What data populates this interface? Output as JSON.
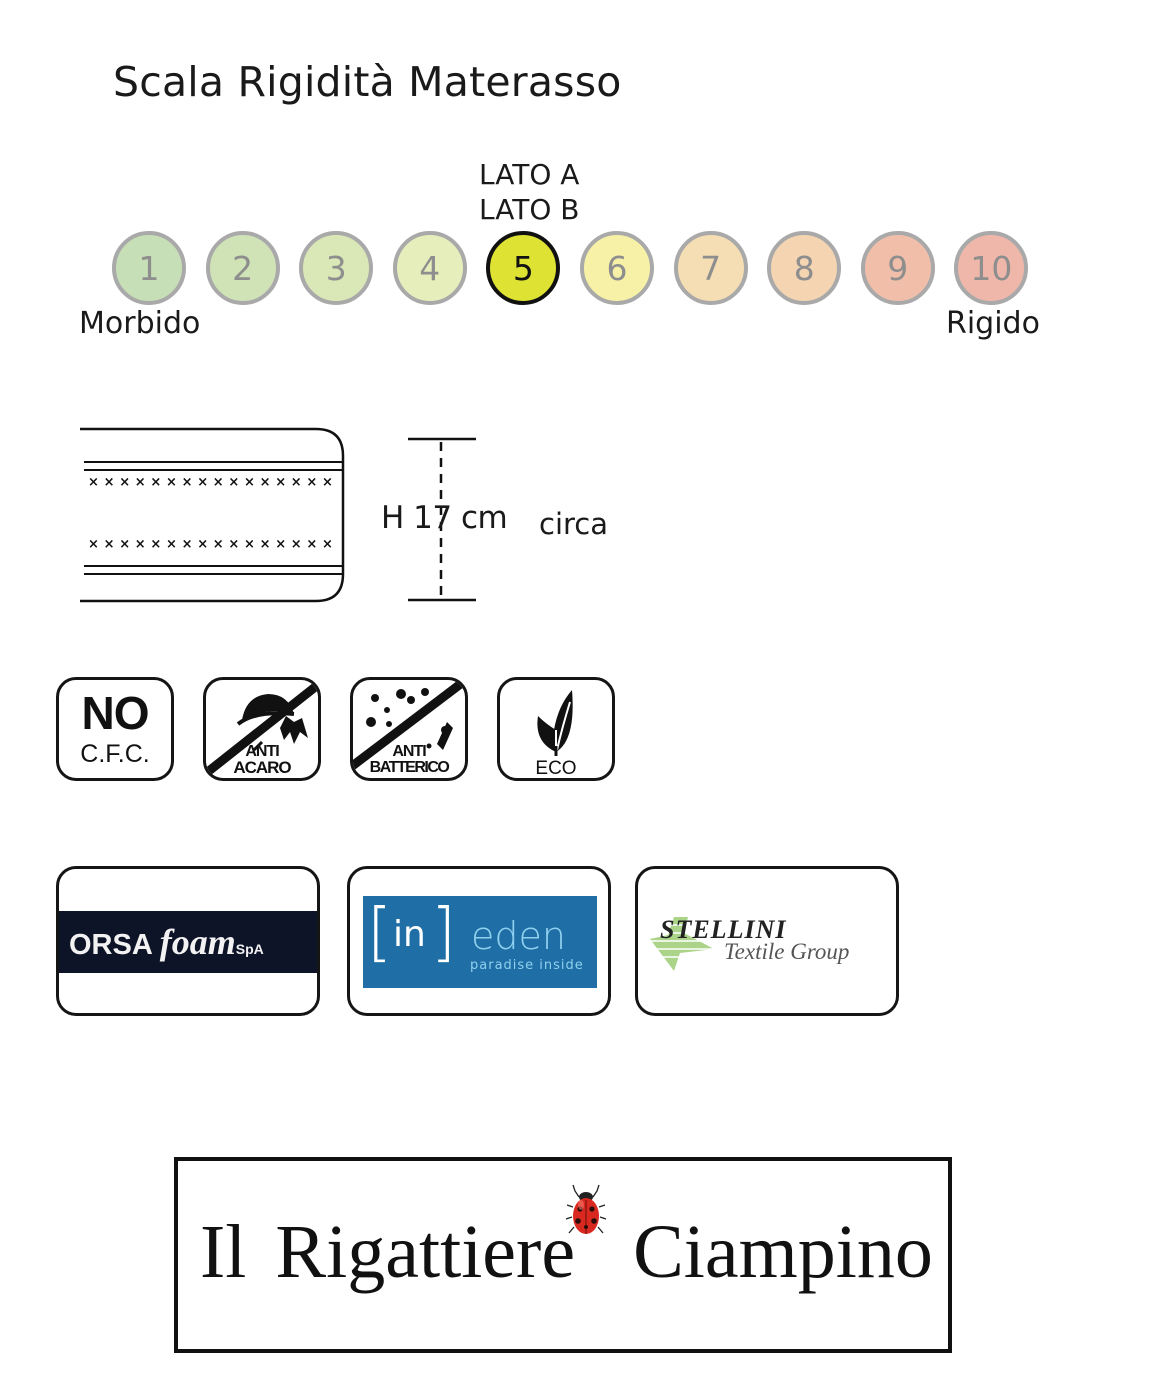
{
  "title": "Scala Rigidità Materasso",
  "firmness": {
    "side_labels": [
      "LATO A",
      "LATO B"
    ],
    "levels": [
      {
        "value": "1",
        "color": "#c7dfb6"
      },
      {
        "value": "2",
        "color": "#cfe3b6"
      },
      {
        "value": "3",
        "color": "#d9e8b6"
      },
      {
        "value": "4",
        "color": "#e6efbb"
      },
      {
        "value": "5",
        "color": "#dde233"
      },
      {
        "value": "6",
        "color": "#f7f1a8"
      },
      {
        "value": "7",
        "color": "#f5ddb4"
      },
      {
        "value": "8",
        "color": "#f4d4b1"
      },
      {
        "value": "9",
        "color": "#f1bfa9"
      },
      {
        "value": "10",
        "color": "#efb7aa"
      }
    ],
    "selected": 5,
    "min_label": "Morbido",
    "max_label": "Rigido"
  },
  "mattress": {
    "height_label": "H 17 cm",
    "height_note": "circa"
  },
  "badges": [
    {
      "icon": "no-cfc-icon",
      "lines": [
        "NO",
        "C.F.C."
      ]
    },
    {
      "icon": "anti-mite-icon",
      "lines": [
        "ANTI",
        "ACARO"
      ]
    },
    {
      "icon": "anti-bacterial-icon",
      "lines": [
        "ANTI",
        "BATTERICO"
      ]
    },
    {
      "icon": "eco-leaf-icon",
      "lines": [
        "ECO"
      ]
    }
  ],
  "logos": {
    "orsa": {
      "part1": "ORSA ",
      "part2": "foam",
      "part3": "SpA"
    },
    "eden": {
      "left": "[",
      "mid": "in",
      "right": "]",
      "word": "eden",
      "tagline": "paradise inside"
    },
    "stellini": {
      "name": "STELLINI",
      "sub": "Textile Group"
    }
  },
  "shop": {
    "name": "Il Rigattiere  Ciampino"
  }
}
